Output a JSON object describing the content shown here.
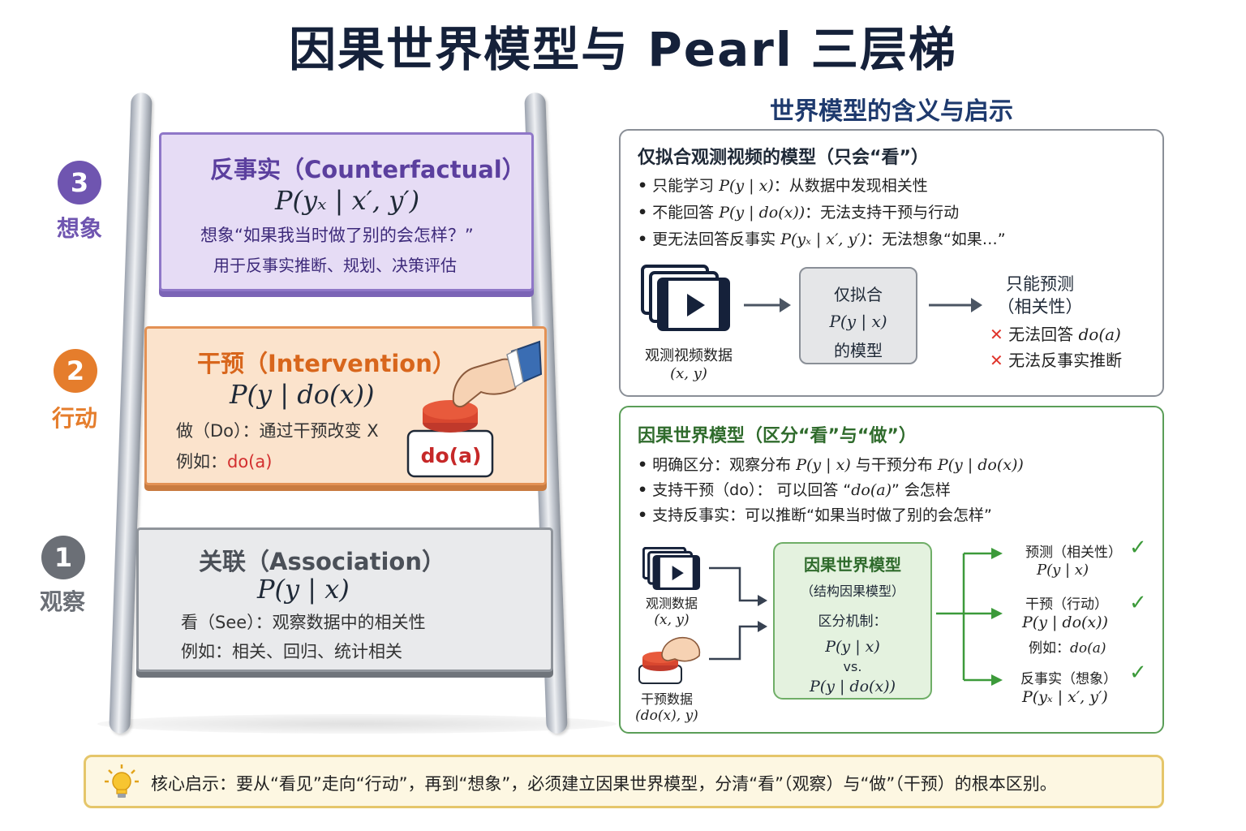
{
  "title": "因果世界模型与 Pearl 三层梯",
  "ladder": {
    "levels": [
      {
        "number": "3",
        "label": "想象",
        "color": "#6f55b0",
        "title": "反事实（Counterfactual）",
        "formula": "P(yₓ | x′, y′)",
        "lines": [
          "想象“如果我当时做了别的会怎样？”",
          "用于反事实推断、规划、决策评估"
        ]
      },
      {
        "number": "2",
        "label": "行动",
        "color": "#e57d2c",
        "title": "干预（Intervention）",
        "formula": "P(y | do(x))",
        "lines": [
          "做（Do）：通过干预改变 X",
          "例如："
        ],
        "example": "do(a)",
        "button_label": "do(a)"
      },
      {
        "number": "1",
        "label": "观察",
        "color": "#6b6f76",
        "title": "关联（Association）",
        "formula": "P(y | x)",
        "lines": [
          "看（See）：观察数据中的相关性",
          "例如：相关、回归、统计相关"
        ]
      }
    ]
  },
  "right": {
    "heading": "世界模型的含义与启示",
    "top": {
      "title": "仅拟合观测视频的模型（只会“看”）",
      "bullets": [
        {
          "pre": "只能学习 ",
          "math": "P(y | x)",
          "post": "：从数据中发现相关性"
        },
        {
          "pre": "不能回答 ",
          "math": "P(y | do(x))",
          "post": "：无法支持干预与行动"
        },
        {
          "pre": "更无法回答反事实 ",
          "math": "P(yₓ | x′, y′)",
          "post": "：无法想象“如果…”"
        }
      ],
      "video_caption": "观测视频数据",
      "video_math": "(x, y)",
      "box_line1": "仅拟合",
      "box_math": "P(y | x)",
      "box_line3": "的模型",
      "result_title": "只能预测",
      "result_sub": "（相关性）",
      "result_no1_pre": "无法回答 ",
      "result_no1_math": "do(a)",
      "result_no2": "无法反事实推断",
      "x_mark": "✕"
    },
    "bottom": {
      "title": "因果世界模型（区分“看”与“做”）",
      "b1_pre": "明确区分：观察分布 ",
      "b1_m1": "P(y | x)",
      "b1_mid": " 与干预分布 ",
      "b1_m2": "P(y | do(x))",
      "b2_pre": "支持干预（do）： 可以回答 “",
      "b2_math": "do(a)",
      "b2_post": "” 会怎样",
      "b3": "支持反事实：可以推断“如果当时做了别的会怎样”",
      "obs_caption": "观测数据",
      "obs_math": "(x, y)",
      "int_caption": "干预数据",
      "int_math": "(do(x), y)",
      "box_title": "因果世界模型",
      "box_sub": "（结构因果模型）",
      "box_mech": "区分机制：",
      "box_m1": "P(y | x)",
      "box_vs": "vs.",
      "box_m2": "P(y | do(x))",
      "out1_label": "预测（相关性）",
      "out1_math": "P(y | x)",
      "out2_label": "干预（行动）",
      "out2_math": "P(y | do(x))",
      "out2_ex_pre": "例如：",
      "out2_ex_math": "do(a)",
      "out3_label": "反事实（想象）",
      "out3_math": "P(yₓ | x′, y′)",
      "check": "✓"
    }
  },
  "insight": {
    "text": "核心启示：要从“看见”走向“行动”，再到“想象”，必须建立因果世界模型，分清“看”（观察）与“做”（干预）的根本区别。"
  },
  "colors": {
    "title": "#15213a",
    "purple": "#6f55b0",
    "orange": "#e57d2c",
    "green": "#3c9a3a",
    "red": "#e0342b"
  }
}
